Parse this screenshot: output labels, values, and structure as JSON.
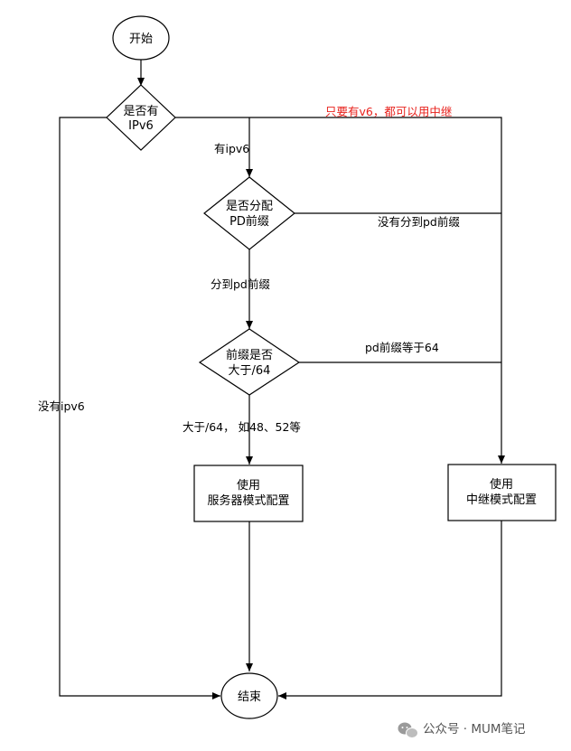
{
  "nodes": {
    "start": "开始",
    "has_ipv6": [
      "是否有",
      "IPv6"
    ],
    "pd_prefix": [
      "是否分配",
      "PD前缀"
    ],
    "prefix_size": [
      "前缀是否",
      "大于/64"
    ],
    "server_mode": [
      "使用",
      "服务器模式配置"
    ],
    "relay_mode": [
      "使用",
      "中继模式配置"
    ],
    "end": "结束"
  },
  "edges": {
    "has_ipv6_yes": "有ipv6",
    "no_ipv6": "没有ipv6",
    "relay_note": "只要有v6，都可以用中继",
    "no_pd": "没有分到pd前缀",
    "got_pd": "分到pd前缀",
    "eq64": "pd前缀等于64",
    "gt64": "大于/64， 如48、52等"
  },
  "colors": {
    "highlight": "#e8211c"
  },
  "watermark": {
    "text": "公众号 · MUM笔记"
  }
}
